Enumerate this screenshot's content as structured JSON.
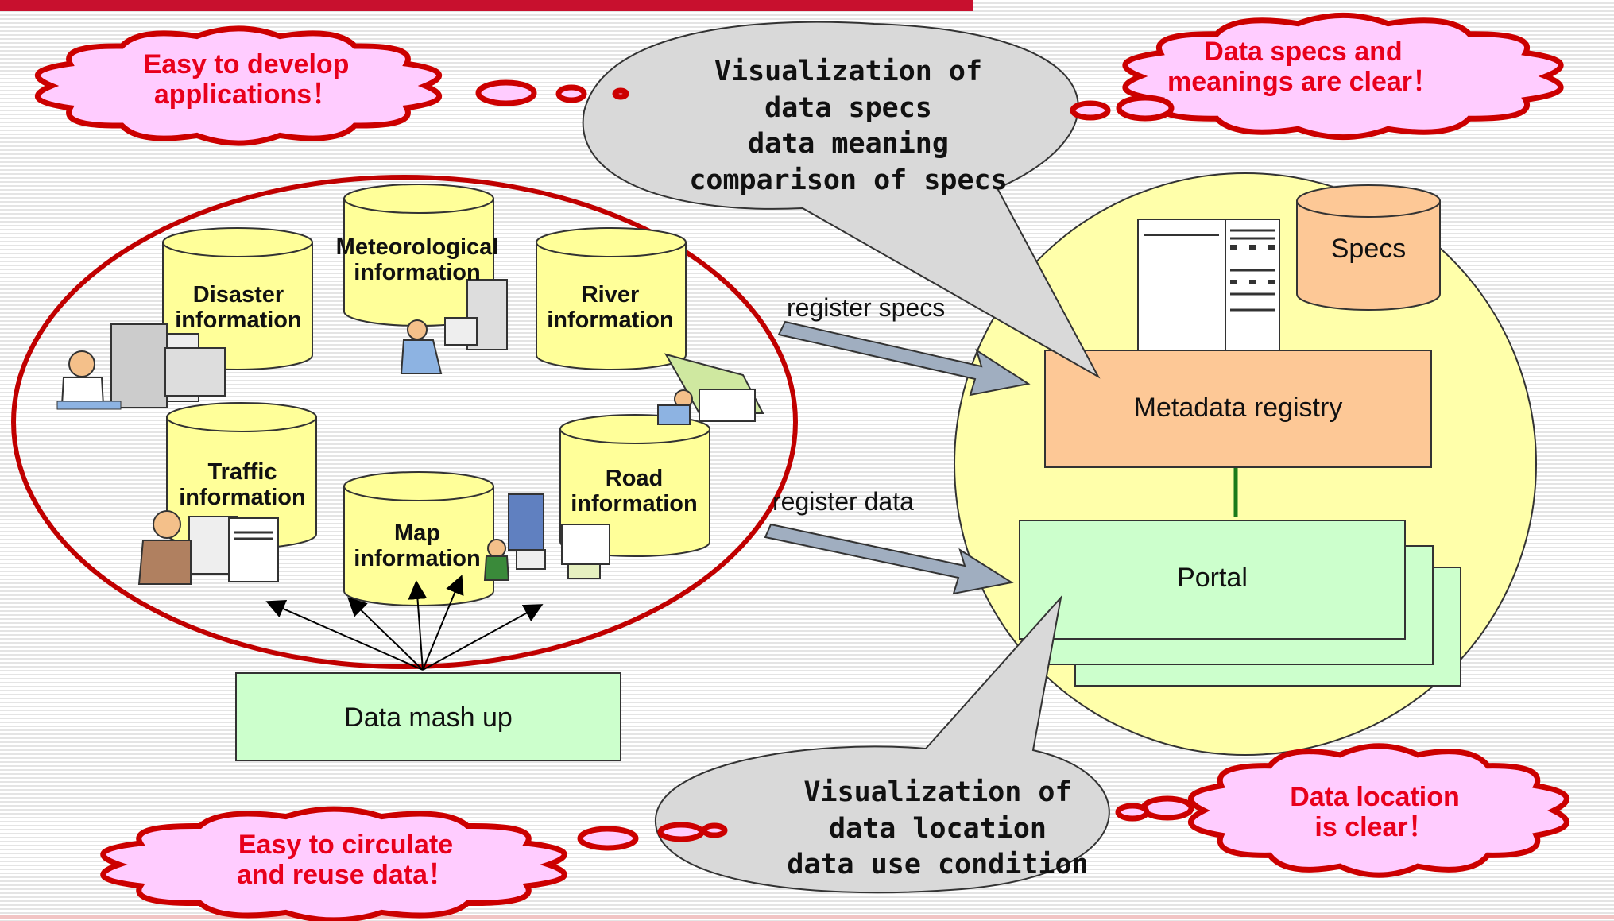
{
  "colors": {
    "accent_red": "#c8102e",
    "cloud_fill": "#ffccff",
    "cloud_text": "#e8001c",
    "cylinder_fill": "#ffff99",
    "registry_fill": "#fdc896",
    "portal_fill": "#ccffcc",
    "system_circle_fill": "#ffffaa",
    "bubble_fill": "#d9d9d9",
    "arrow_fill": "#a0aec0"
  },
  "clouds": {
    "develop": "Easy to develop\napplications！",
    "specs_clear": "Data specs and\nmeanings are clear！",
    "circulate": "Easy to circulate\nand reuse data！",
    "location_clear": "Data location\nis clear！"
  },
  "bubbles": {
    "specs": "Visualization of\ndata specs\ndata meaning\ncomparison of specs",
    "location": "Visualization of\ndata location\ndata use condition"
  },
  "databases": {
    "disaster": "Disaster\ninformation",
    "meteorological": "Meteorological\ninformation",
    "river": "River\ninformation",
    "traffic": "Traffic\ninformation",
    "map": "Map\ninformation",
    "road": "Road\ninformation"
  },
  "arrows": {
    "register_specs": "register specs",
    "register_data": "register data"
  },
  "boxes": {
    "specs": "Specs",
    "metadata_registry": "Metadata registry",
    "portal": "Portal",
    "data_mash_up": "Data mash up"
  }
}
